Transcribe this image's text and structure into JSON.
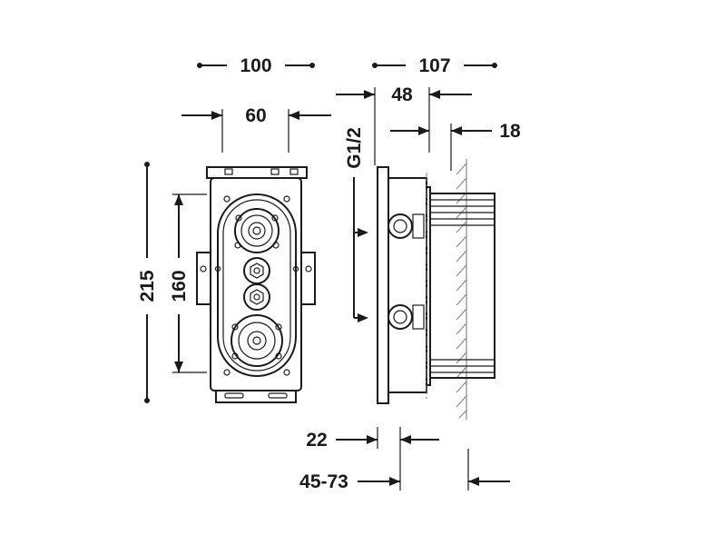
{
  "dimensions": {
    "front_width": "100",
    "side_depth": "107",
    "inner_width": "60",
    "offset_48": "48",
    "wall_18": "18",
    "total_height": "215",
    "inner_height": "160",
    "thread": "G1/2",
    "depth_22": "22",
    "range": "45-73"
  }
}
